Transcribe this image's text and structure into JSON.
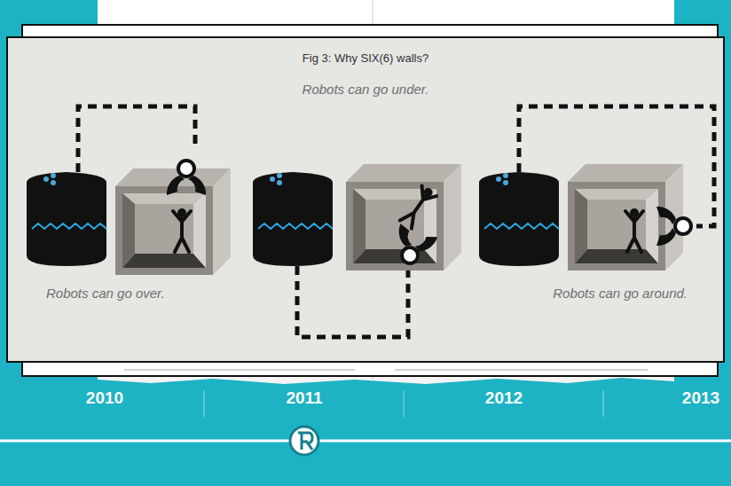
{
  "diagram": {
    "title": "Fig 3: Why SIX(6) walls?",
    "labels": [
      "Robots can go under.",
      "Robots can go over.",
      "Robots can go around.",
      "2010",
      "2011",
      "2012",
      "2013"
    ]
  }
}
